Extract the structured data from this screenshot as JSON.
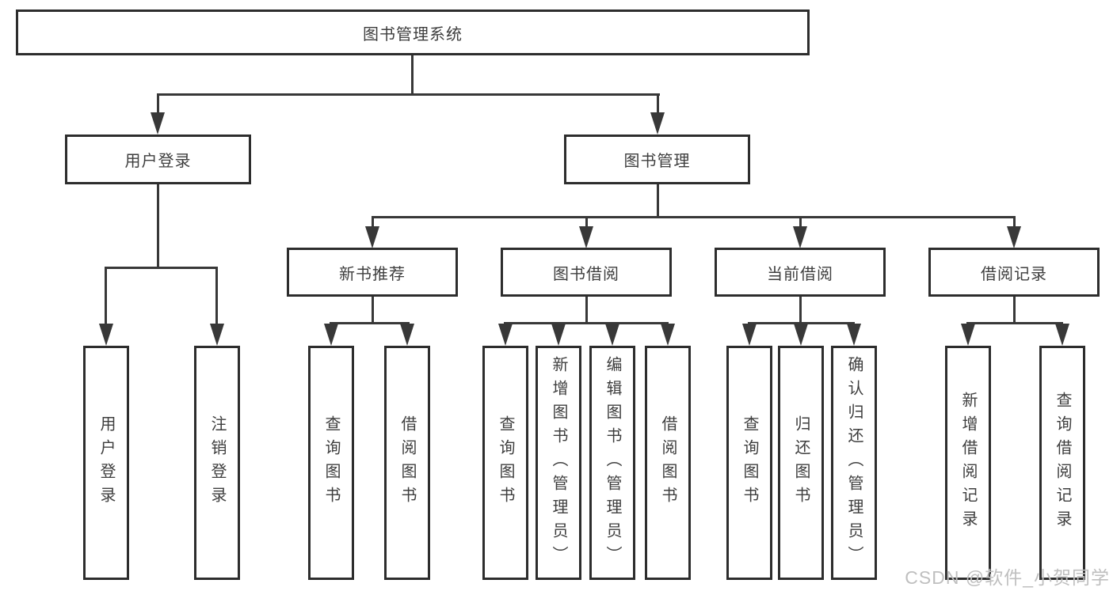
{
  "diagram": {
    "title": "图书管理系统",
    "type": "hierarchy-tree",
    "watermark": "CSDN @软件_小贺同学",
    "colors": {
      "background": "#ffffff",
      "box_fill": "#ffffff",
      "box_border": "#2d2d2d",
      "line": "#383838",
      "text": "#3e3e3e",
      "watermark": "#bfbfbf"
    },
    "nodes": {
      "root": {
        "label": "图书管理系统"
      },
      "level2": [
        {
          "label": "用户登录"
        },
        {
          "label": "图书管理"
        }
      ],
      "level3": [
        {
          "label": "新书推荐",
          "parent": "图书管理"
        },
        {
          "label": "图书借阅",
          "parent": "图书管理"
        },
        {
          "label": "当前借阅",
          "parent": "图书管理"
        },
        {
          "label": "借阅记录",
          "parent": "图书管理"
        }
      ],
      "leaves": [
        {
          "label": "用户登录",
          "parent": "用户登录"
        },
        {
          "label": "注销登录",
          "parent": "用户登录"
        },
        {
          "label": "查询图书",
          "parent": "新书推荐"
        },
        {
          "label": "借阅图书",
          "parent": "新书推荐"
        },
        {
          "label": "查询图书",
          "parent": "图书借阅"
        },
        {
          "label": "新增图书（管理员）",
          "parent": "图书借阅"
        },
        {
          "label": "编辑图书（管理员）",
          "parent": "图书借阅"
        },
        {
          "label": "借阅图书",
          "parent": "图书借阅"
        },
        {
          "label": "查询图书",
          "parent": "当前借阅"
        },
        {
          "label": "归还图书",
          "parent": "当前借阅"
        },
        {
          "label": "确认归还（管理员）",
          "parent": "当前借阅"
        },
        {
          "label": "新增借阅记录",
          "parent": "借阅记录"
        },
        {
          "label": "查询借阅记录",
          "parent": "借阅记录"
        }
      ]
    }
  }
}
